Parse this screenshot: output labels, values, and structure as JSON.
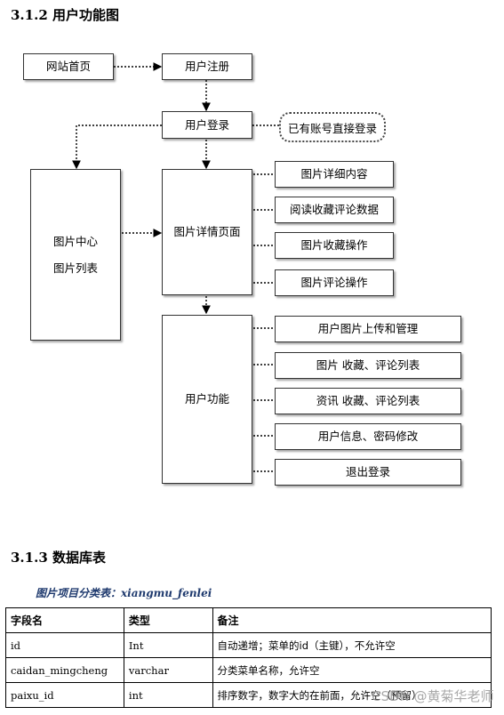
{
  "heading_functions": "3.1.2 用户功能图",
  "diagram": {
    "home": "网站首页",
    "register": "用户注册",
    "login": "用户登录",
    "cloud_note": "已有账号直接登录",
    "center_line1": "图片中心",
    "center_line2": "图片列表",
    "details_page": "图片详情页面",
    "detail_items": [
      "图片详细内容",
      "阅读收藏评论数据",
      "图片收藏操作",
      "图片评论操作"
    ],
    "user_functions": "用户功能",
    "function_items": [
      "用户图片上传和管理",
      "图片 收藏、评论列表",
      "资讯 收藏、评论列表",
      "用户信息、密码修改",
      "退出登录"
    ]
  },
  "heading_database": "3.1.3 数据库表",
  "table": {
    "caption": "图片项目分类表：xiangmu_fenlei",
    "headers": [
      "字段名",
      "类型",
      "备注"
    ],
    "rows": [
      [
        "id",
        "Int",
        "自动递增；菜单的id（主键），不允许空"
      ],
      [
        "caidan_mingcheng",
        "varchar",
        "分类菜单名称，允许空"
      ],
      [
        "paixu_id",
        "int",
        "排序数字，数字大的在前面，允许空（预留）"
      ]
    ]
  },
  "watermark": "CSDN @黄菊华老师"
}
